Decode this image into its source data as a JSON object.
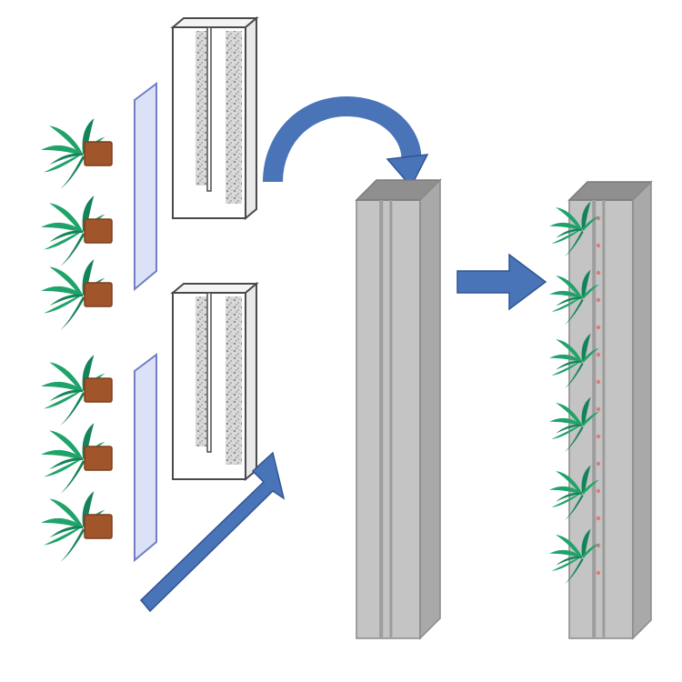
{
  "diagram": {
    "colors": {
      "background": "#ffffff",
      "leaf": "#1fa36a",
      "leaf_dark": "#15835a",
      "pot": "#a0552a",
      "pot_dark": "#7c3f1e",
      "panel_fill": "#dbe2f7",
      "panel_stroke": "#6f7fc2",
      "slab_fill": "#ffffff",
      "slab_stroke": "#4a4a4a",
      "fill_texture": "#b9b9b9",
      "pillar_front": "#c4c4c4",
      "pillar_side": "#a9a9a9",
      "pillar_top": "#8f8f8f",
      "pillar_groove": "#9d9d9d",
      "arrow": "#4a74b8",
      "arrow_dark": "#2f5593",
      "dot": "#e07a7a"
    },
    "icons": [
      "plant-icon",
      "pot-icon",
      "membrane-panel",
      "substrate-slab",
      "pillar",
      "arrow"
    ]
  }
}
